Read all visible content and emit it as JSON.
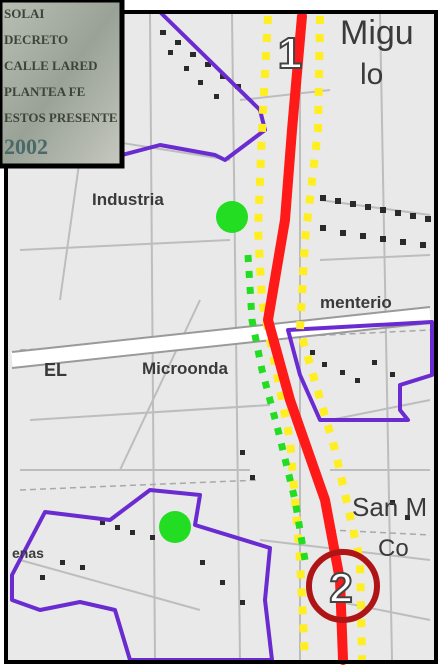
{
  "map": {
    "place_labels": {
      "top_right": "Migu",
      "top_right_second": "lo",
      "industria": "Industria",
      "cementerio": "menterio",
      "el": "EL",
      "microondas": "Microonda",
      "san_m": "San M",
      "co": "Co",
      "bottom_left": "enas"
    },
    "markers": [
      {
        "id": "1",
        "label": "1"
      },
      {
        "id": "2",
        "label": "2"
      }
    ],
    "inset": {
      "lines": [
        "SOLAI",
        "DECRETO",
        "CALLE LARED",
        "PLANTEA FE",
        "ESTOS PRESENTE",
        "2002"
      ]
    },
    "colors": {
      "route": "#ff1a1a",
      "yellow_dots": "#ffee22",
      "green_dots": "#22dd22",
      "boundary": "#6a2bd0",
      "green_point": "#22dd22",
      "marker2_ring": "#b01515",
      "frame": "#000000",
      "map_bg": "#e9e9e9"
    }
  }
}
